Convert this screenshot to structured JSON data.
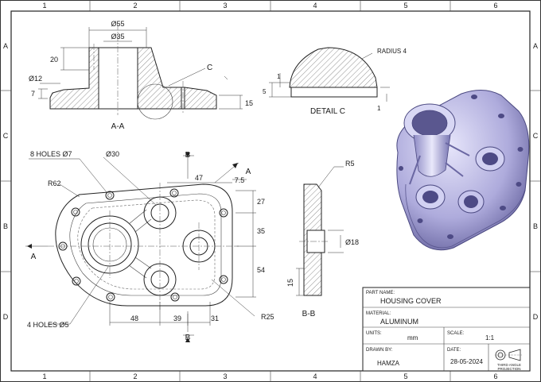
{
  "border": {
    "columns": [
      "1",
      "2",
      "3",
      "4",
      "5",
      "6"
    ],
    "rows": [
      "A",
      "B",
      "C",
      "D"
    ]
  },
  "section_aa": {
    "title": "A-A",
    "dims": {
      "d55": "Ø55",
      "d35": "Ø35",
      "h20": "20",
      "d12": "Ø12",
      "h7": "7",
      "h15": "15",
      "detail_callout": "C"
    }
  },
  "detail_c": {
    "title": "DETAIL C",
    "dims": {
      "radius": "RADIUS 4",
      "h5": "5",
      "h1a": "1",
      "h1b": "1"
    }
  },
  "front_view": {
    "dims": {
      "holes8": "8 HOLES Ø7",
      "d30": "Ø30",
      "r62": "R62",
      "w47": "47",
      "w7_5": "7.5",
      "h27": "27",
      "h35": "35",
      "h54": "54",
      "w48": "48",
      "w39": "39",
      "w31": "31",
      "r25": "R25",
      "holes4": "4 HOLES Ø5",
      "sec_a_left": "A",
      "sec_a_right": "A",
      "sec_b_top": "B",
      "sec_b_bottom": "B"
    }
  },
  "section_bb": {
    "title": "B-B",
    "dims": {
      "r5": "R5",
      "d18": "Ø18",
      "h15": "15"
    }
  },
  "title_block": {
    "part_name_label": "PART NAME:",
    "part_name": "HOUSING COVER",
    "material_label": "MATERIAL:",
    "material": "ALUMINUM",
    "units_label": "UNITS:",
    "units": "mm",
    "scale_label": "SCALE:",
    "scale": "1:1",
    "drawn_by_label": "DRAWN BY:",
    "drawn_by": "HAMZA",
    "date_label": "DATE:",
    "date": "28-05-2024",
    "projection_line1": "THIRD ANGLE",
    "projection_line2": "PROJECTION"
  },
  "colors": {
    "line": "#222222",
    "part_fill": "#b9b7e0",
    "part_dark": "#6f6ca6"
  }
}
